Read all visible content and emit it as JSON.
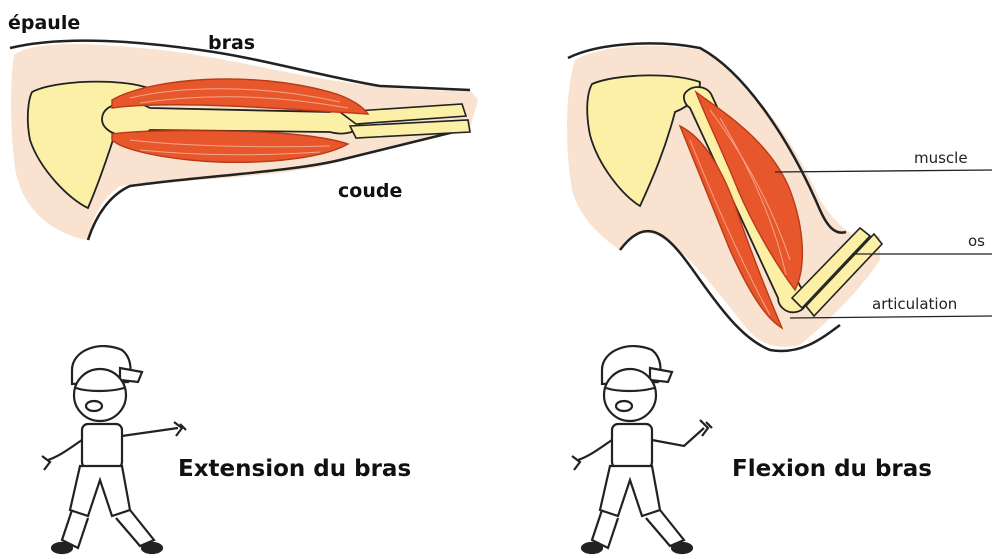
{
  "left_panel": {
    "shoulder_label": "épaule",
    "arm_label": "bras",
    "elbow_label": "coude",
    "caption": "Extension du bras"
  },
  "right_panel": {
    "muscle_label": "muscle",
    "bone_label": "os",
    "joint_label": "articulation",
    "caption": "Flexion du bras"
  },
  "colors": {
    "skin": "#f9e3d0",
    "bone": "#fbf0a6",
    "muscle": "#e8572c",
    "outline": "#222222"
  }
}
